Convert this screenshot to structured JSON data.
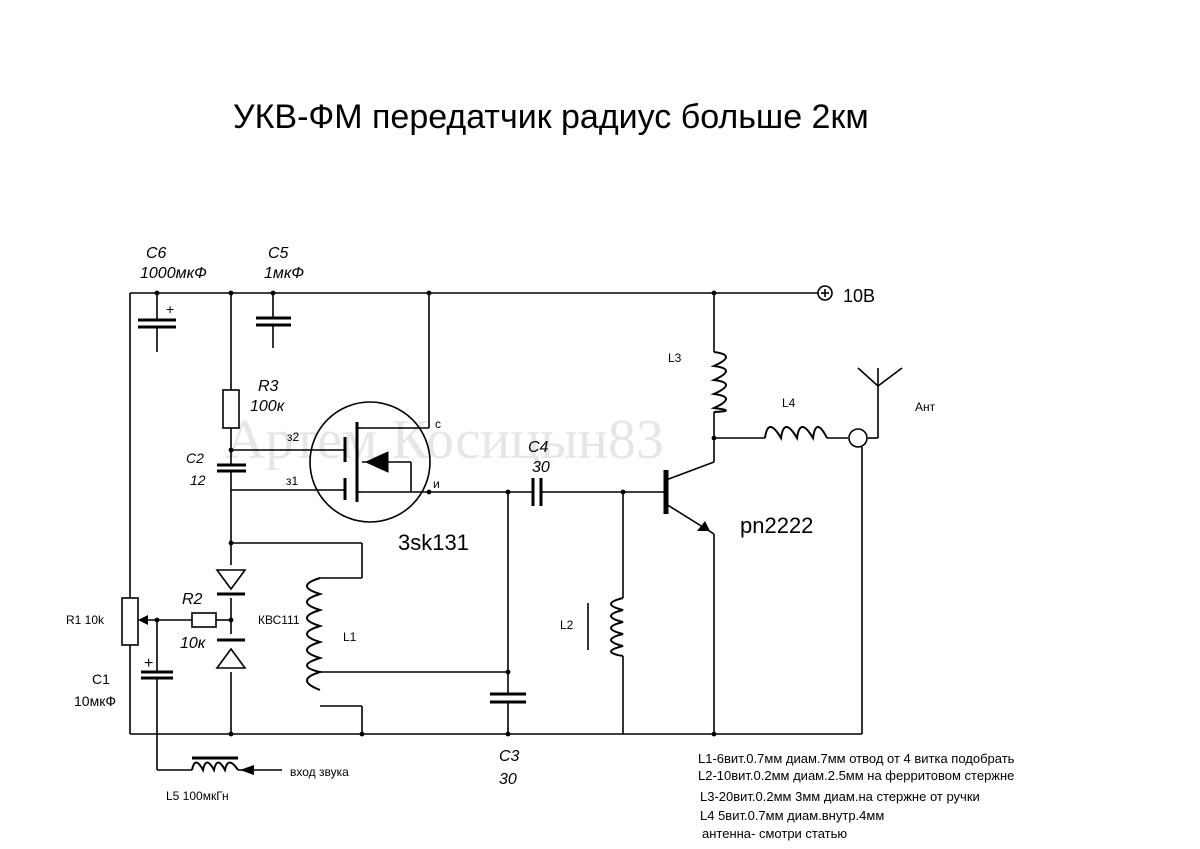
{
  "title": "УКВ-ФМ передатчик радиус больше 2км",
  "watermark": "Артем Косицын83",
  "components": {
    "c6": {
      "name": "C6",
      "value": "1000мкФ"
    },
    "c5": {
      "name": "C5",
      "value": "1мкФ"
    },
    "r3": {
      "name": "R3",
      "value": "100к"
    },
    "c2": {
      "name": "C2",
      "value": "12"
    },
    "c4": {
      "name": "C4",
      "value": "30"
    },
    "c3": {
      "name": "C3",
      "value": "30"
    },
    "r2": {
      "name": "R2",
      "value": "10к"
    },
    "r1": {
      "label": "R1 10k"
    },
    "c1": {
      "name": "C1",
      "value": "10мкФ"
    },
    "l1": {
      "name": "L1"
    },
    "l2": {
      "name": "L2"
    },
    "l3": {
      "name": "L3"
    },
    "l4": {
      "name": "L4"
    },
    "l5": {
      "label": "L5 100мкГн"
    },
    "varicap": {
      "name": "КВС111"
    },
    "mosfet": {
      "name": "3sk131",
      "pin_g2": "з2",
      "pin_g1": "з1",
      "pin_d": "с",
      "pin_s": "и"
    },
    "transistor": {
      "name": "pn2222"
    }
  },
  "supply": {
    "label": "10В"
  },
  "antenna": {
    "label": "Ант"
  },
  "audio_input": {
    "label": "вход звука"
  },
  "notes": [
    "L1-6вит.0.7мм диам.7мм отвод от 4 витка подобрать",
    "L2-10вит.0.2мм диам.2.5мм на ферритовом стержне",
    "L3-20вит.0.2мм 3мм диам.на стержне от ручки",
    "L4 5вит.0.7мм диам.внутр.4мм",
    "антенна- смотри статью"
  ]
}
